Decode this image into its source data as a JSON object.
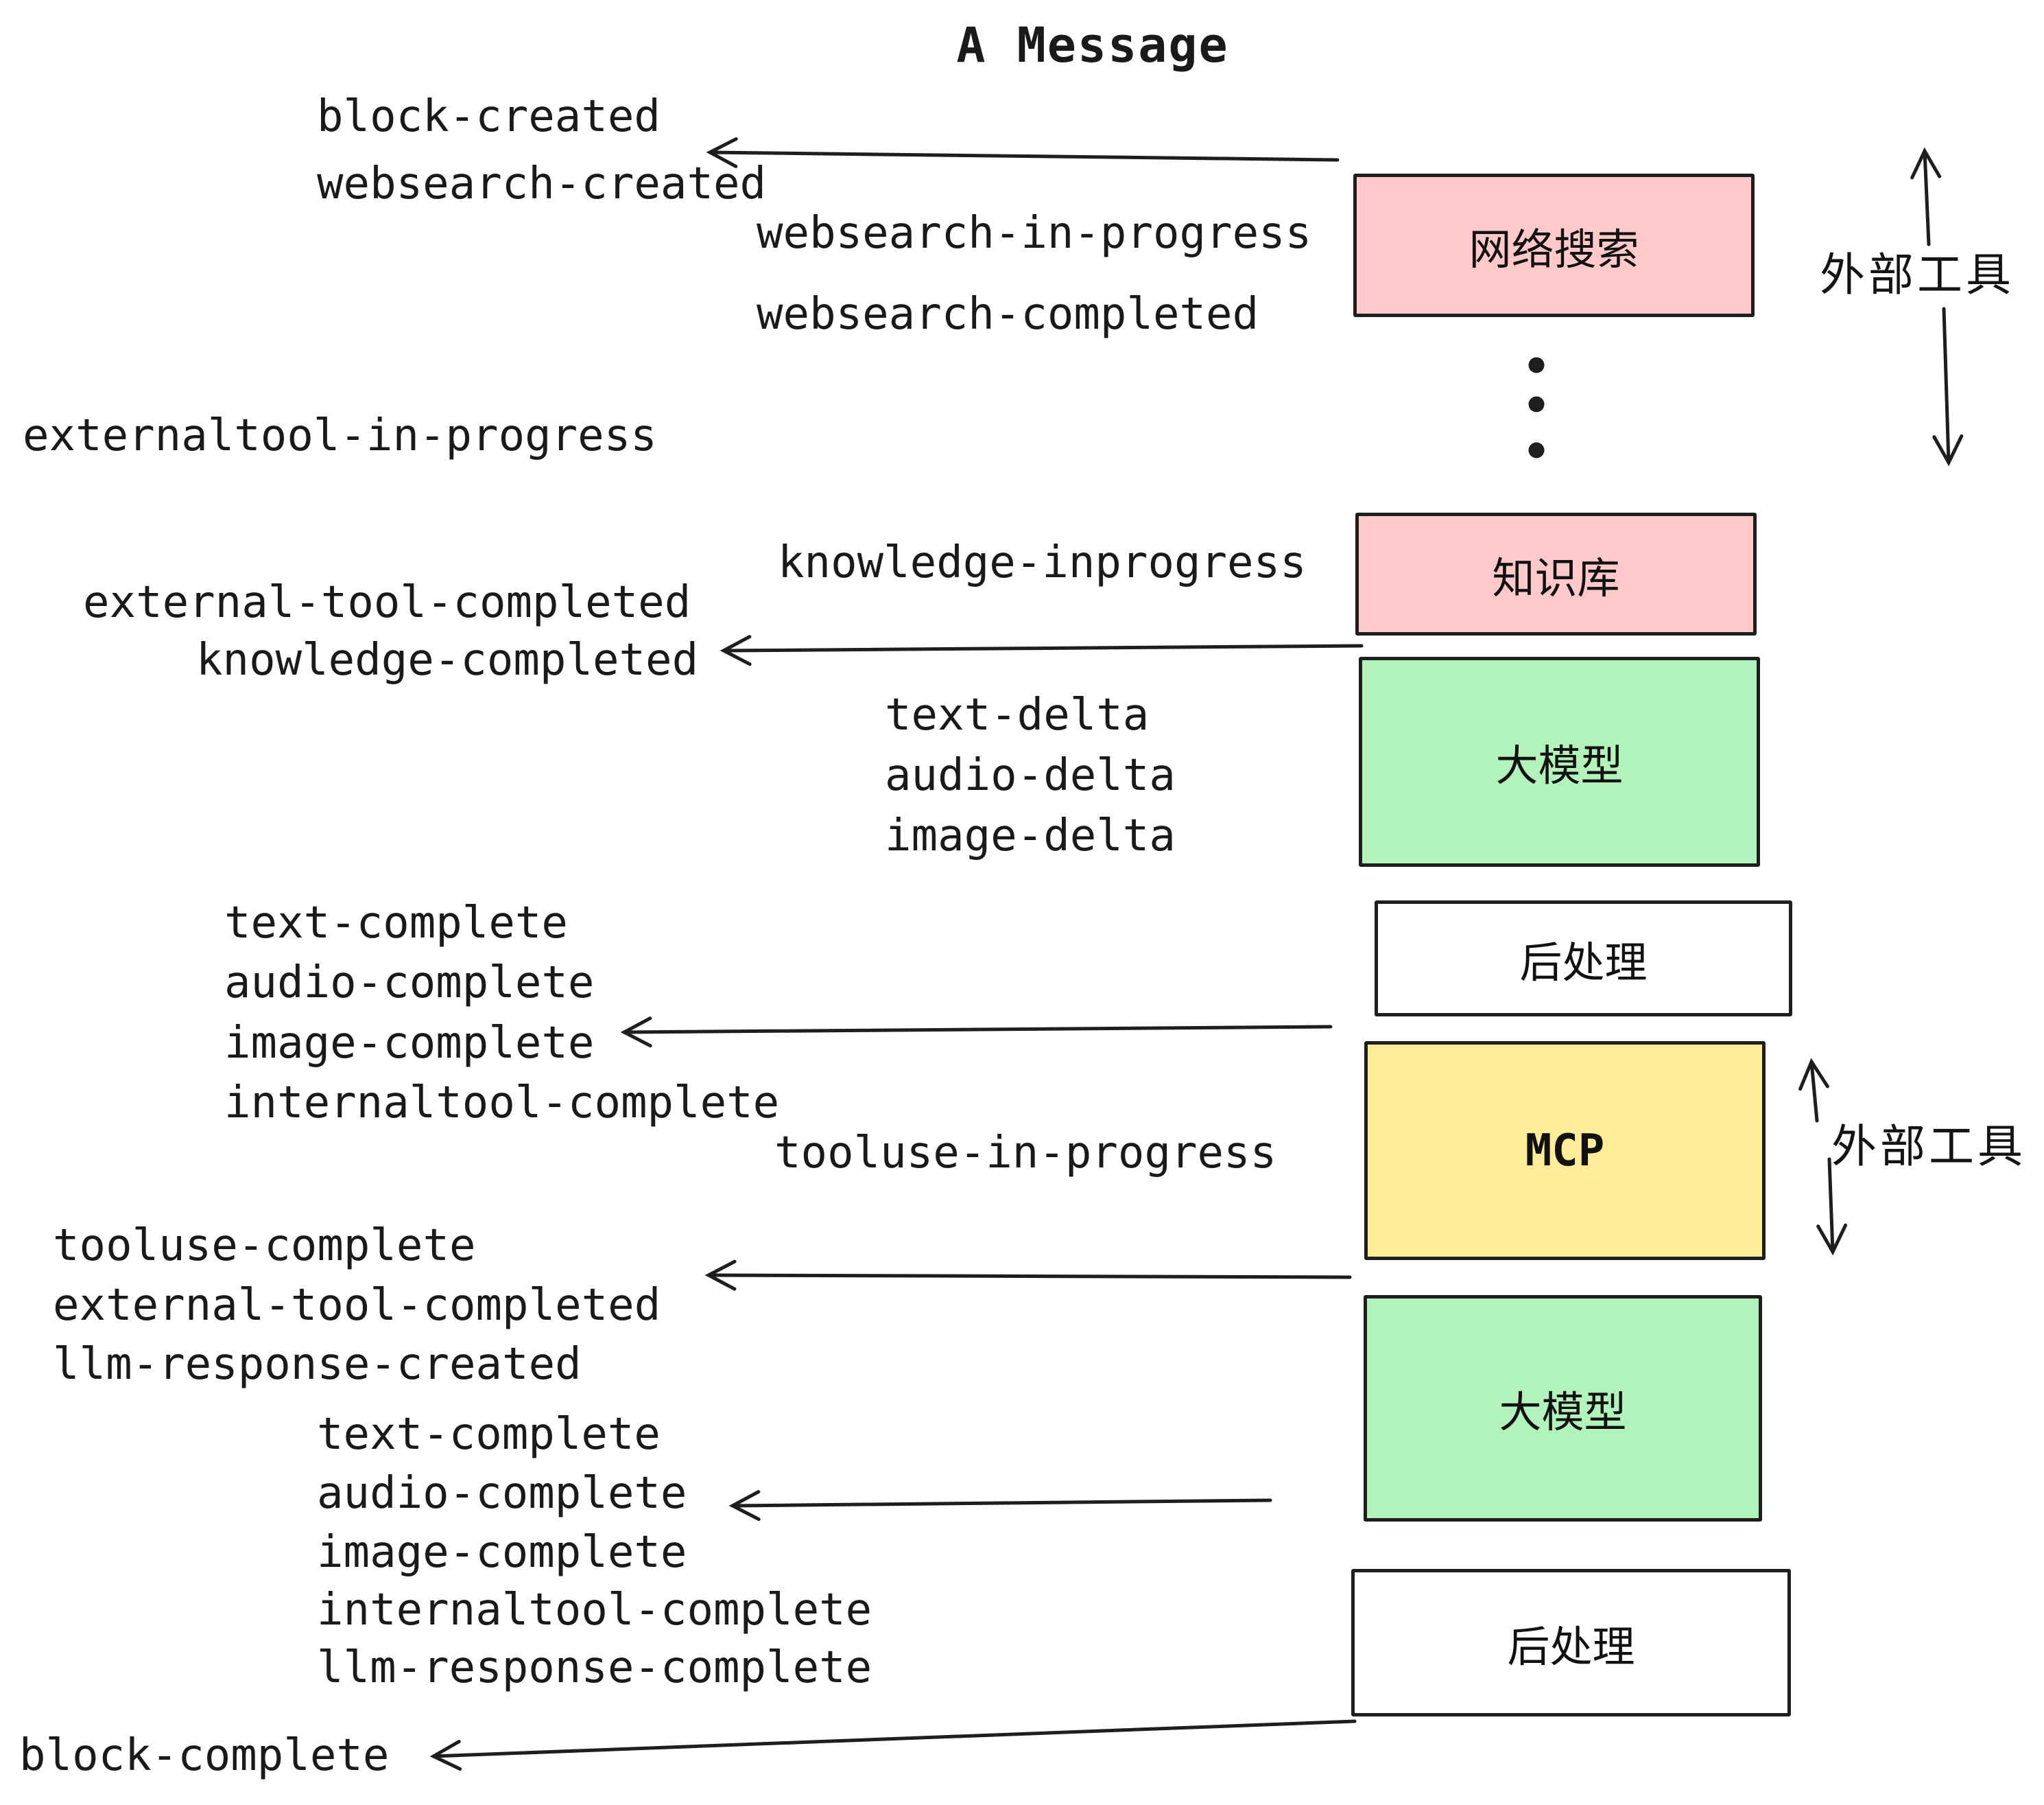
{
  "title": "A Message",
  "colors": {
    "ink": "#1e1e1e",
    "pink": "#ffc9c9",
    "green": "#b2f2bb",
    "yellow": "#ffec99",
    "white": "#ffffff"
  },
  "boxes": [
    {
      "id": "websearch",
      "label": "网络搜索",
      "color": "pink"
    },
    {
      "id": "knowledge",
      "label": "知识库",
      "color": "pink"
    },
    {
      "id": "llm-1",
      "label": "大模型",
      "color": "green"
    },
    {
      "id": "post-1",
      "label": "后处理",
      "color": "white"
    },
    {
      "id": "mcp",
      "label": "MCP",
      "color": "yellow"
    },
    {
      "id": "llm-2",
      "label": "大模型",
      "color": "green"
    },
    {
      "id": "post-2",
      "label": "后处理",
      "color": "white"
    }
  ],
  "side_labels": [
    {
      "text": "外部工具"
    },
    {
      "text": "外部工具"
    }
  ],
  "event_labels": [
    {
      "text": "block-created"
    },
    {
      "text": "websearch-created"
    },
    {
      "text": "websearch-in-progress"
    },
    {
      "text": "websearch-completed"
    },
    {
      "text": "externaltool-in-progress"
    },
    {
      "text": "knowledge-inprogress"
    },
    {
      "text": "external-tool-completed"
    },
    {
      "text": "knowledge-completed"
    },
    {
      "text": "text-delta"
    },
    {
      "text": "audio-delta"
    },
    {
      "text": "image-delta"
    },
    {
      "text": "text-complete"
    },
    {
      "text": "audio-complete"
    },
    {
      "text": "image-complete"
    },
    {
      "text": "internaltool-complete"
    },
    {
      "text": "tooluse-in-progress"
    },
    {
      "text": "tooluse-complete"
    },
    {
      "text": "external-tool-completed"
    },
    {
      "text": "llm-response-created"
    },
    {
      "text": "text-complete"
    },
    {
      "text": "audio-complete"
    },
    {
      "text": "image-complete"
    },
    {
      "text": "internaltool-complete"
    },
    {
      "text": "llm-response-complete"
    },
    {
      "text": "block-complete"
    }
  ]
}
